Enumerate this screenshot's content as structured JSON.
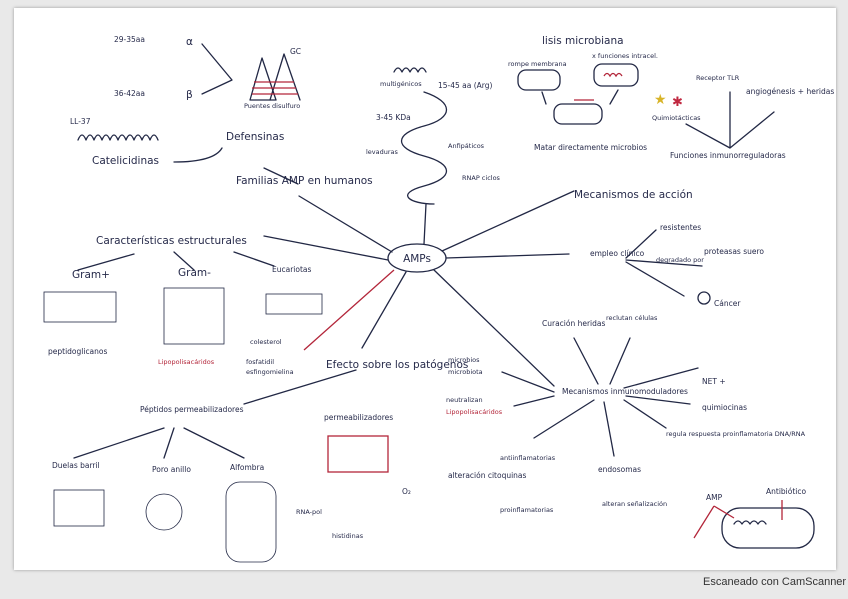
{
  "center": "AMPs",
  "families": {
    "title": "Familias AMP en humanos",
    "defensinas": "Defensinas",
    "catelicidinas": "Catelicidinas",
    "alpha_len": "29-35aa",
    "alpha_sym": "α",
    "beta_len": "36-42aa",
    "beta_sym": "β",
    "ll37": "LL-37",
    "gc": "GC",
    "puentes": "Puentes disulfuro"
  },
  "structure": {
    "size": "15-45 aa (Arg)",
    "weight": "3-45 KDa",
    "anfipaticos": "Anfipáticos",
    "levaduras": "levaduras",
    "multigenes": "multigénicos",
    "rnap": "RNAP ciclos"
  },
  "caracteristicas": {
    "title": "Características estructurales",
    "gram_pos": "Gram+",
    "gram_neg": "Gram-",
    "eucariotas": "Eucariotas",
    "peptidoglicanos": "peptidoglicanos",
    "lipopolisacaridos": "Lipopolisacáridos",
    "colesterol": "colesterol",
    "fosfatidil": "fosfatidil",
    "esfingomielina": "esfingomielina"
  },
  "efecto": {
    "title": "Efecto sobre los patógenos",
    "peptidos": "Péptidos permeabilizadores",
    "no_permeab": "permeabilizadores",
    "duelas": "Duelas barril",
    "poro": "Poro anillo",
    "alfombra": "Alfombra",
    "rna_pol": "RNA-pol",
    "histidinas": "histidinas",
    "o2": "O₂"
  },
  "mecanismos": {
    "title": "Mecanismos de acción",
    "lisis": "lisis microbiana",
    "rompe": "rompe membrana",
    "x_funciones": "x funciones intracel.",
    "matar": "Matar directamente microbios"
  },
  "inmuno": {
    "funciones": "Funciones inmunorreguladoras",
    "receptor": "Receptor TLR",
    "angiogenesis": "angiogénesis + heridas",
    "quimiotacticas": "Quimiotácticas"
  },
  "empleo": {
    "title": "empleo clínico",
    "resistentes": "resistentes",
    "degradado": "degradado por",
    "proteasas": "proteasas suero",
    "cancer": "Cáncer"
  },
  "inmunomod": {
    "title": "Mecanismos inmunomoduladores",
    "curacion": "Curación heridas",
    "reclutan": "reclutan células",
    "x_microbios": "microbios",
    "microbiota": "microbiota",
    "neutralizan": "neutralizan",
    "lipopolisacaridos": "Lipopolisacáridos",
    "net": "NET +",
    "quimiocinas": "quimiocinas",
    "regula": "regula respuesta proinflamatoria DNA/RNA",
    "alteracion": "alteración citoquinas",
    "antiinflamatorias": "antiinflamatorias",
    "proinflamatorias": "proinflamatorias",
    "endosomas": "endosomas",
    "alteran": "alteran señalización",
    "amp": "AMP",
    "antibiotico": "Antibiótico"
  },
  "footer": "Escaneado con CamScanner"
}
